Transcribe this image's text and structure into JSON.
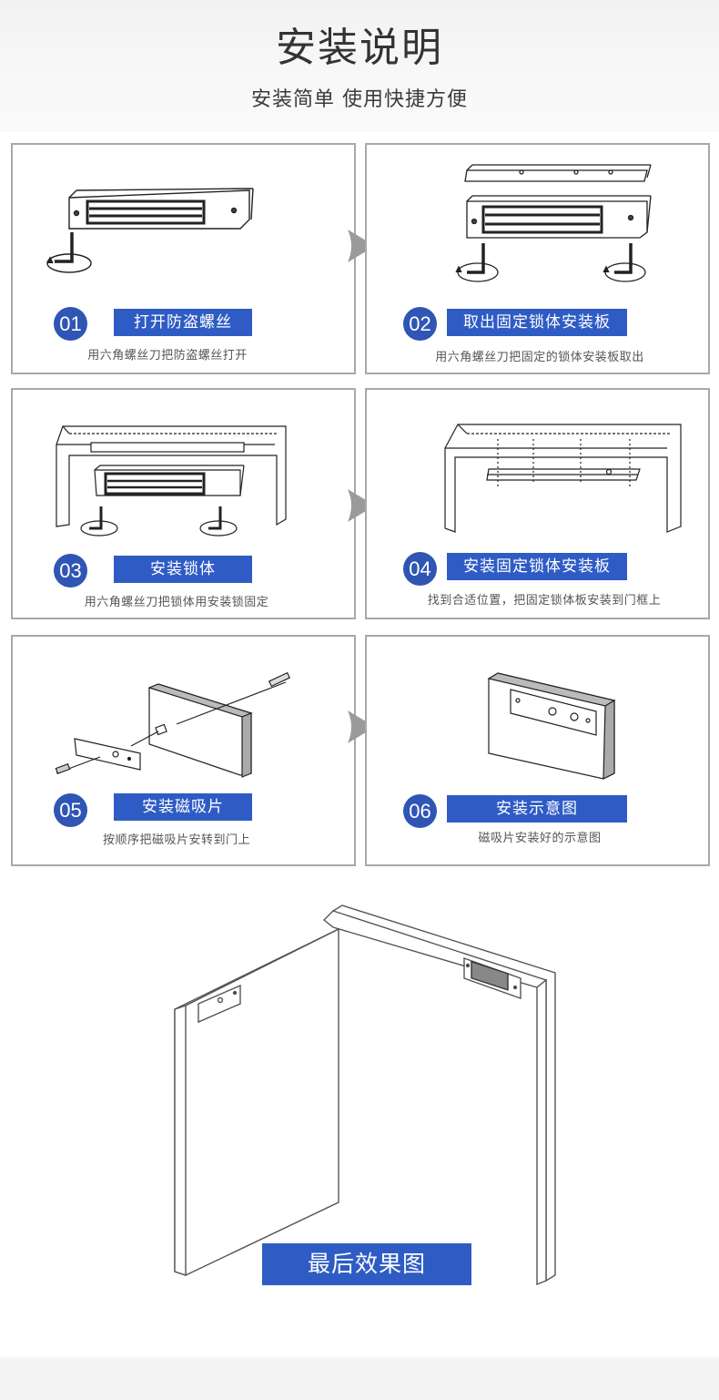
{
  "header": {
    "title": "安装说明",
    "subtitle": "安装简单  使用快捷方便"
  },
  "colors": {
    "accent_blue": "#2f5cc4",
    "badge_blue": "#2f55b5",
    "card_border": "#a8a8a8",
    "arrow_gray": "#9a9a9a"
  },
  "steps": [
    {
      "number": "01",
      "title": "打开防盗螺丝",
      "description": "用六角螺丝刀把防盗螺丝打开",
      "illustration": "magnetic-lock-body-with-hex-key"
    },
    {
      "number": "02",
      "title": "取出固定锁体安装板",
      "description": "用六角螺丝刀把固定的锁体安装板取出",
      "illustration": "lock-body-and-mounting-plate-with-hex-keys"
    },
    {
      "number": "03",
      "title": "安装锁体",
      "description": "用六角螺丝刀把锁体用安装锁固定",
      "illustration": "lock-body-under-door-frame"
    },
    {
      "number": "04",
      "title": "安装固定锁体安装板",
      "description": "找到合适位置，把固定锁体板安装到门框上",
      "illustration": "mounting-plate-screwed-to-door-frame"
    },
    {
      "number": "05",
      "title": "安装磁吸片",
      "description": "按顺序把磁吸片安转到门上",
      "illustration": "armature-plate-exploded-on-door"
    },
    {
      "number": "06",
      "title": "安装示意图",
      "description": "磁吸片安装好的示意图",
      "illustration": "armature-plate-installed-on-door"
    }
  ],
  "arrows": [
    "next-arrow",
    "next-arrow",
    "next-arrow"
  ],
  "final": {
    "label": "最后效果图",
    "illustration": "open-door-with-magnetic-lock"
  }
}
